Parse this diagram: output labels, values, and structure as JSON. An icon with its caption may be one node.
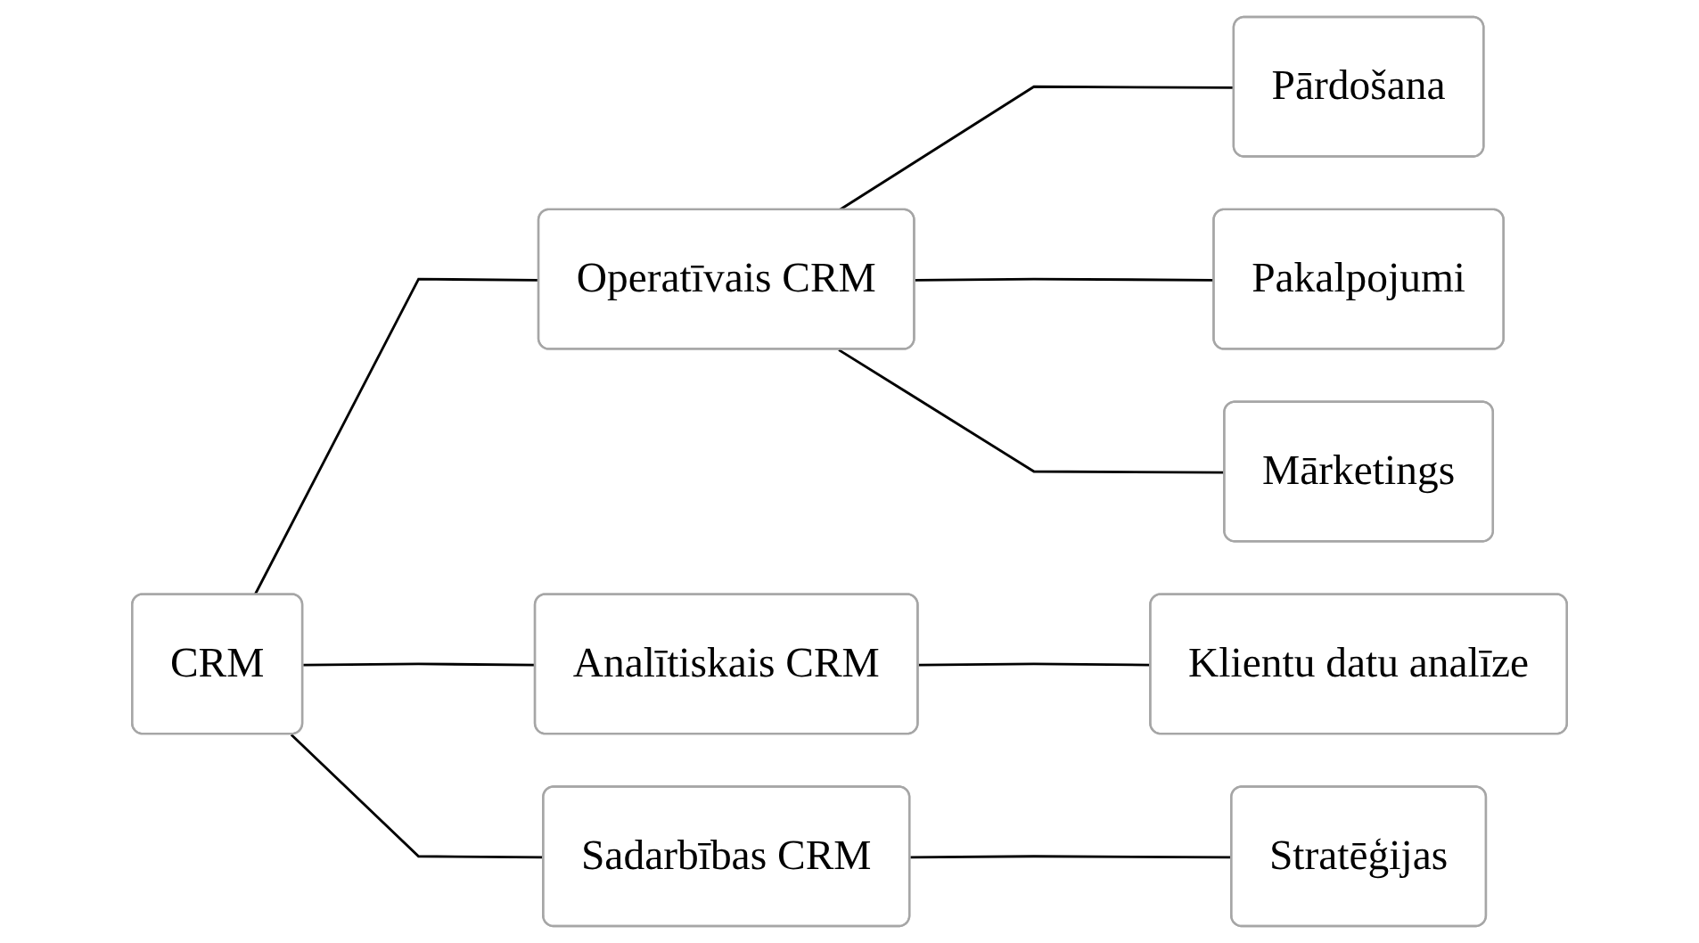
{
  "diagram": {
    "nodes": [
      {
        "text": [
          "CRM"
        ]
      },
      {
        "text": [
          "Operatīvais CRM"
        ]
      },
      {
        "text": [
          "Analītiskais CRM"
        ]
      },
      {
        "text": [
          "Sadarbības CRM"
        ]
      },
      {
        "text": [
          "Pārdošana"
        ]
      },
      {
        "text": [
          "Pakalpojumi"
        ]
      },
      {
        "text": [
          "Mārketings"
        ]
      },
      {
        "text": [
          "Klientu datu analīze"
        ]
      },
      {
        "text": [
          "Stratēģijas"
        ]
      }
    ],
    "edges": [
      {
        "from": 0,
        "to": 1,
        "arrow": "none"
      },
      {
        "from": 0,
        "to": 2,
        "arrow": "none"
      },
      {
        "from": 0,
        "to": 3,
        "arrow": "none"
      },
      {
        "from": 1,
        "to": 4,
        "arrow": "none"
      },
      {
        "from": 1,
        "to": 5,
        "arrow": "none"
      },
      {
        "from": 1,
        "to": 6,
        "arrow": "none"
      },
      {
        "from": 2,
        "to": 7,
        "arrow": "none"
      },
      {
        "from": 3,
        "to": 8,
        "arrow": "none"
      }
    ]
  }
}
